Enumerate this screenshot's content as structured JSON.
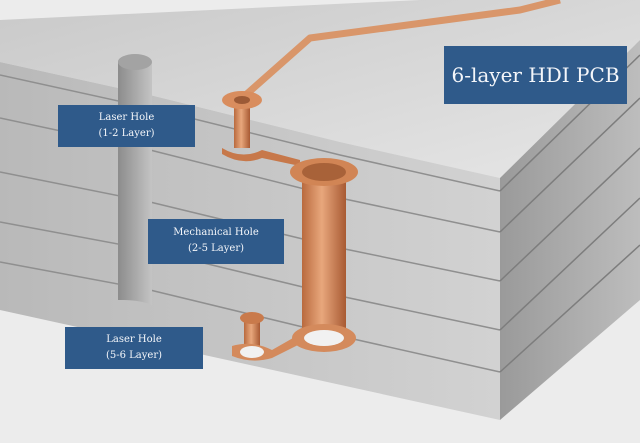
{
  "title": "6-layer HDI PCB",
  "labels": {
    "laser_hole_top": {
      "name": "Laser Hole",
      "range": "(1-2 Layer)"
    },
    "mechanical_hole": {
      "name": "Mechanical Hole",
      "range": "(2-5 Layer)"
    },
    "laser_hole_bottom": {
      "name": "Laser Hole",
      "range": "(5-6 Layer)"
    }
  },
  "colors": {
    "board_top": "#dcdcdc",
    "board_side": "#a9a9a9",
    "copper": "#d4875a",
    "label_bg": "#2f5a8a",
    "label_text": "#f4f6fa"
  }
}
